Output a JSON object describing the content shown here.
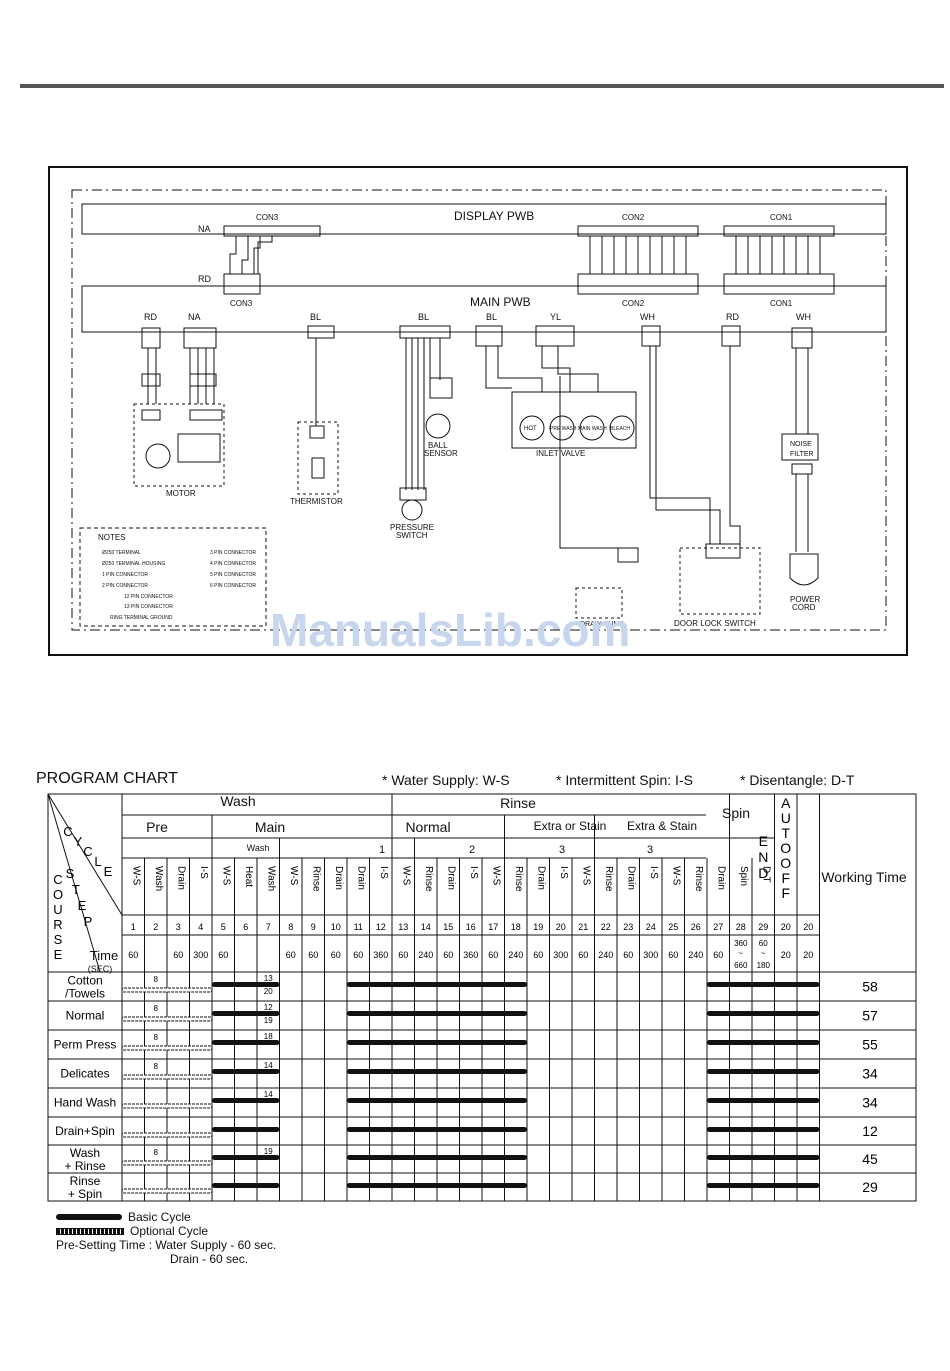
{
  "watermark": "ManualsLib.com",
  "wiring": {
    "display_pwb": "DISPLAY PWB",
    "main_pwb": "MAIN PWB",
    "con_labels": [
      "CON3",
      "CON2",
      "CON1"
    ],
    "wire_colors": {
      "na": "NA",
      "rd": "RD",
      "bl": "BL",
      "yl": "YL",
      "wh": "WH"
    },
    "components": {
      "motor": "MOTOR",
      "thermistor": "THERMISTOR",
      "pressure_switch": [
        "PRESSURE",
        "SWITCH"
      ],
      "ball_sensor": [
        "BALL",
        "SENSOR"
      ],
      "inlet_valve": "INLET VALVE",
      "valves": [
        "HOT",
        "PRE WASH",
        "MAIN WASH",
        "BLEACH"
      ],
      "noise_filter": [
        "NOISE",
        "FILTER"
      ],
      "power_cord": [
        "POWER",
        "CORD"
      ],
      "door_lock": "DOOR LOCK SWITCH",
      "drain_pump": "DRAIN PUMP"
    },
    "notes": {
      "title": "NOTES",
      "items": [
        "Ø250 TERMINAL",
        "Ø250 TERMINAL HOUSING",
        "1 PIN CONNECTOR",
        "2 PIN CONNECTOR",
        "12 PIN CONNECTOR",
        "13 PIN CONNECTOR",
        "RING TERMINAL GROUND"
      ],
      "right_items": [
        "3 PIN CONNECTOR",
        "4 PIN CONNECTOR",
        "5 PIN CONNECTOR",
        "6 PIN CONNECTOR"
      ]
    }
  },
  "program_chart": {
    "title": "PROGRAM CHART",
    "legend": [
      "* Water Supply: W-S",
      "* Intermittent Spin: I-S",
      "* Disentangle: D-T"
    ],
    "groups": [
      "Wash",
      "Rinse",
      "Spin",
      "END",
      "AUTO OFF",
      "Working Time"
    ],
    "subgroups": [
      "Pre",
      "Main",
      "Normal",
      "Extra or Stain",
      "Extra & Stain"
    ],
    "sub_sub": [
      "Wash",
      "1",
      "2",
      "3",
      "3"
    ],
    "corner": {
      "cycle": "CYCLE",
      "step": "STEP",
      "course": "COURSE",
      "time": "Time",
      "sec": "(SEC)"
    },
    "steps": [
      "W-S",
      "Wash",
      "Drain",
      "I-S",
      "W-S",
      "Heat",
      "Wash",
      "W-S",
      "Rinse",
      "Drain",
      "Drain",
      "I-S",
      "W-S",
      "Rinse",
      "Drain",
      "I-S",
      "W-S",
      "Rinse",
      "Drain",
      "I-S",
      "W-S",
      "Rinse",
      "Drain",
      "I-S",
      "W-S",
      "Rinse",
      "Drain",
      "Spin",
      "D-T",
      "END",
      "AUTO OFF"
    ],
    "step_numbers": [
      "1",
      "2",
      "3",
      "4",
      "5",
      "6",
      "7",
      "8",
      "9",
      "10",
      "11",
      "12",
      "13",
      "14",
      "15",
      "16",
      "17",
      "18",
      "19",
      "20",
      "21",
      "22",
      "23",
      "24",
      "25",
      "26",
      "27",
      "28",
      "29",
      "20",
      "20"
    ],
    "times": [
      "60",
      "",
      "60",
      "300",
      "60",
      "",
      "",
      "60",
      "60",
      "60",
      "60",
      "360",
      "60",
      "240",
      "60",
      "360",
      "60",
      "240",
      "60",
      "300",
      "60",
      "240",
      "60",
      "300",
      "60",
      "240",
      "60",
      "360 ~ 660",
      "60 ~ 180",
      "20",
      "20"
    ],
    "courses": [
      {
        "name": "Cotton /Towels",
        "pre_wash": "8",
        "main_wash": [
          "13",
          "20"
        ],
        "time": "58"
      },
      {
        "name": "Normal",
        "pre_wash": "8",
        "main_wash": [
          "12",
          "19"
        ],
        "time": "57"
      },
      {
        "name": "Perm Press",
        "pre_wash": "8",
        "main_wash": [
          "18"
        ],
        "time": "55"
      },
      {
        "name": "Delicates",
        "pre_wash": "8",
        "main_wash": [
          "14"
        ],
        "time": "34"
      },
      {
        "name": "Hand Wash",
        "pre_wash": "",
        "main_wash": [
          "14"
        ],
        "time": "34"
      },
      {
        "name": "Drain+Spin",
        "pre_wash": "",
        "main_wash": [],
        "time": "12"
      },
      {
        "name": "Wash + Rinse",
        "pre_wash": "8",
        "main_wash": [
          "19"
        ],
        "time": "45"
      },
      {
        "name": "Rinse + Spin",
        "pre_wash": "",
        "main_wash": [],
        "time": "29"
      }
    ],
    "footer": {
      "basic": "Basic Cycle",
      "optional": "Optional Cycle",
      "presetting": "Pre-Setting Time : Water Supply -  60 sec.",
      "drain": "Drain      -  60 sec."
    }
  }
}
